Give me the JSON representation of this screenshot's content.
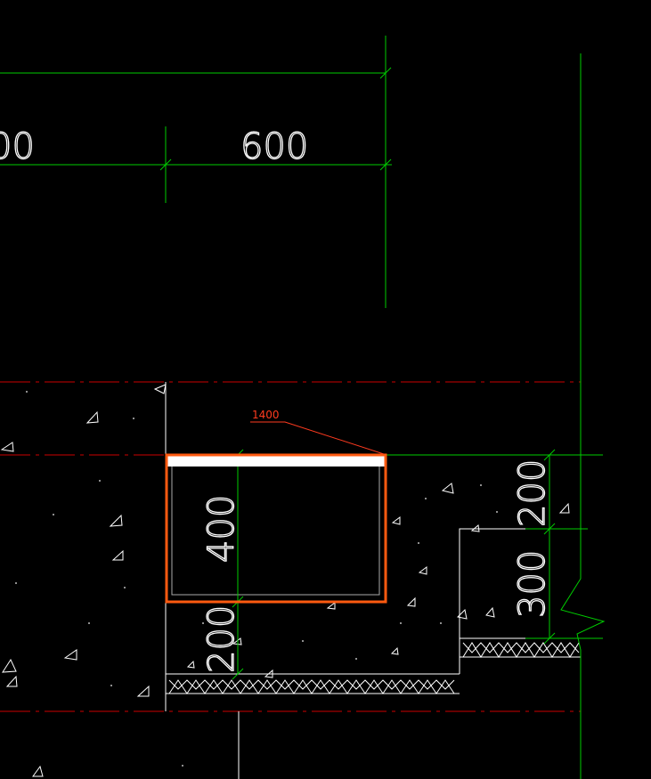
{
  "drawing": {
    "background": "#000000",
    "colors": {
      "dimension": "#00cc00",
      "grid_axis": "#cc0000",
      "outline": "#ffffff",
      "highlight": "#ff5a10",
      "leader": "#ff3b1f",
      "hatch": "#ffffff"
    },
    "dimensions": {
      "top_left_partial": "00",
      "top_right": "600",
      "trench_height": "400",
      "trench_bottom_gap": "200",
      "right_upper": "200",
      "right_lower": "300"
    },
    "leader_label": "1400"
  }
}
